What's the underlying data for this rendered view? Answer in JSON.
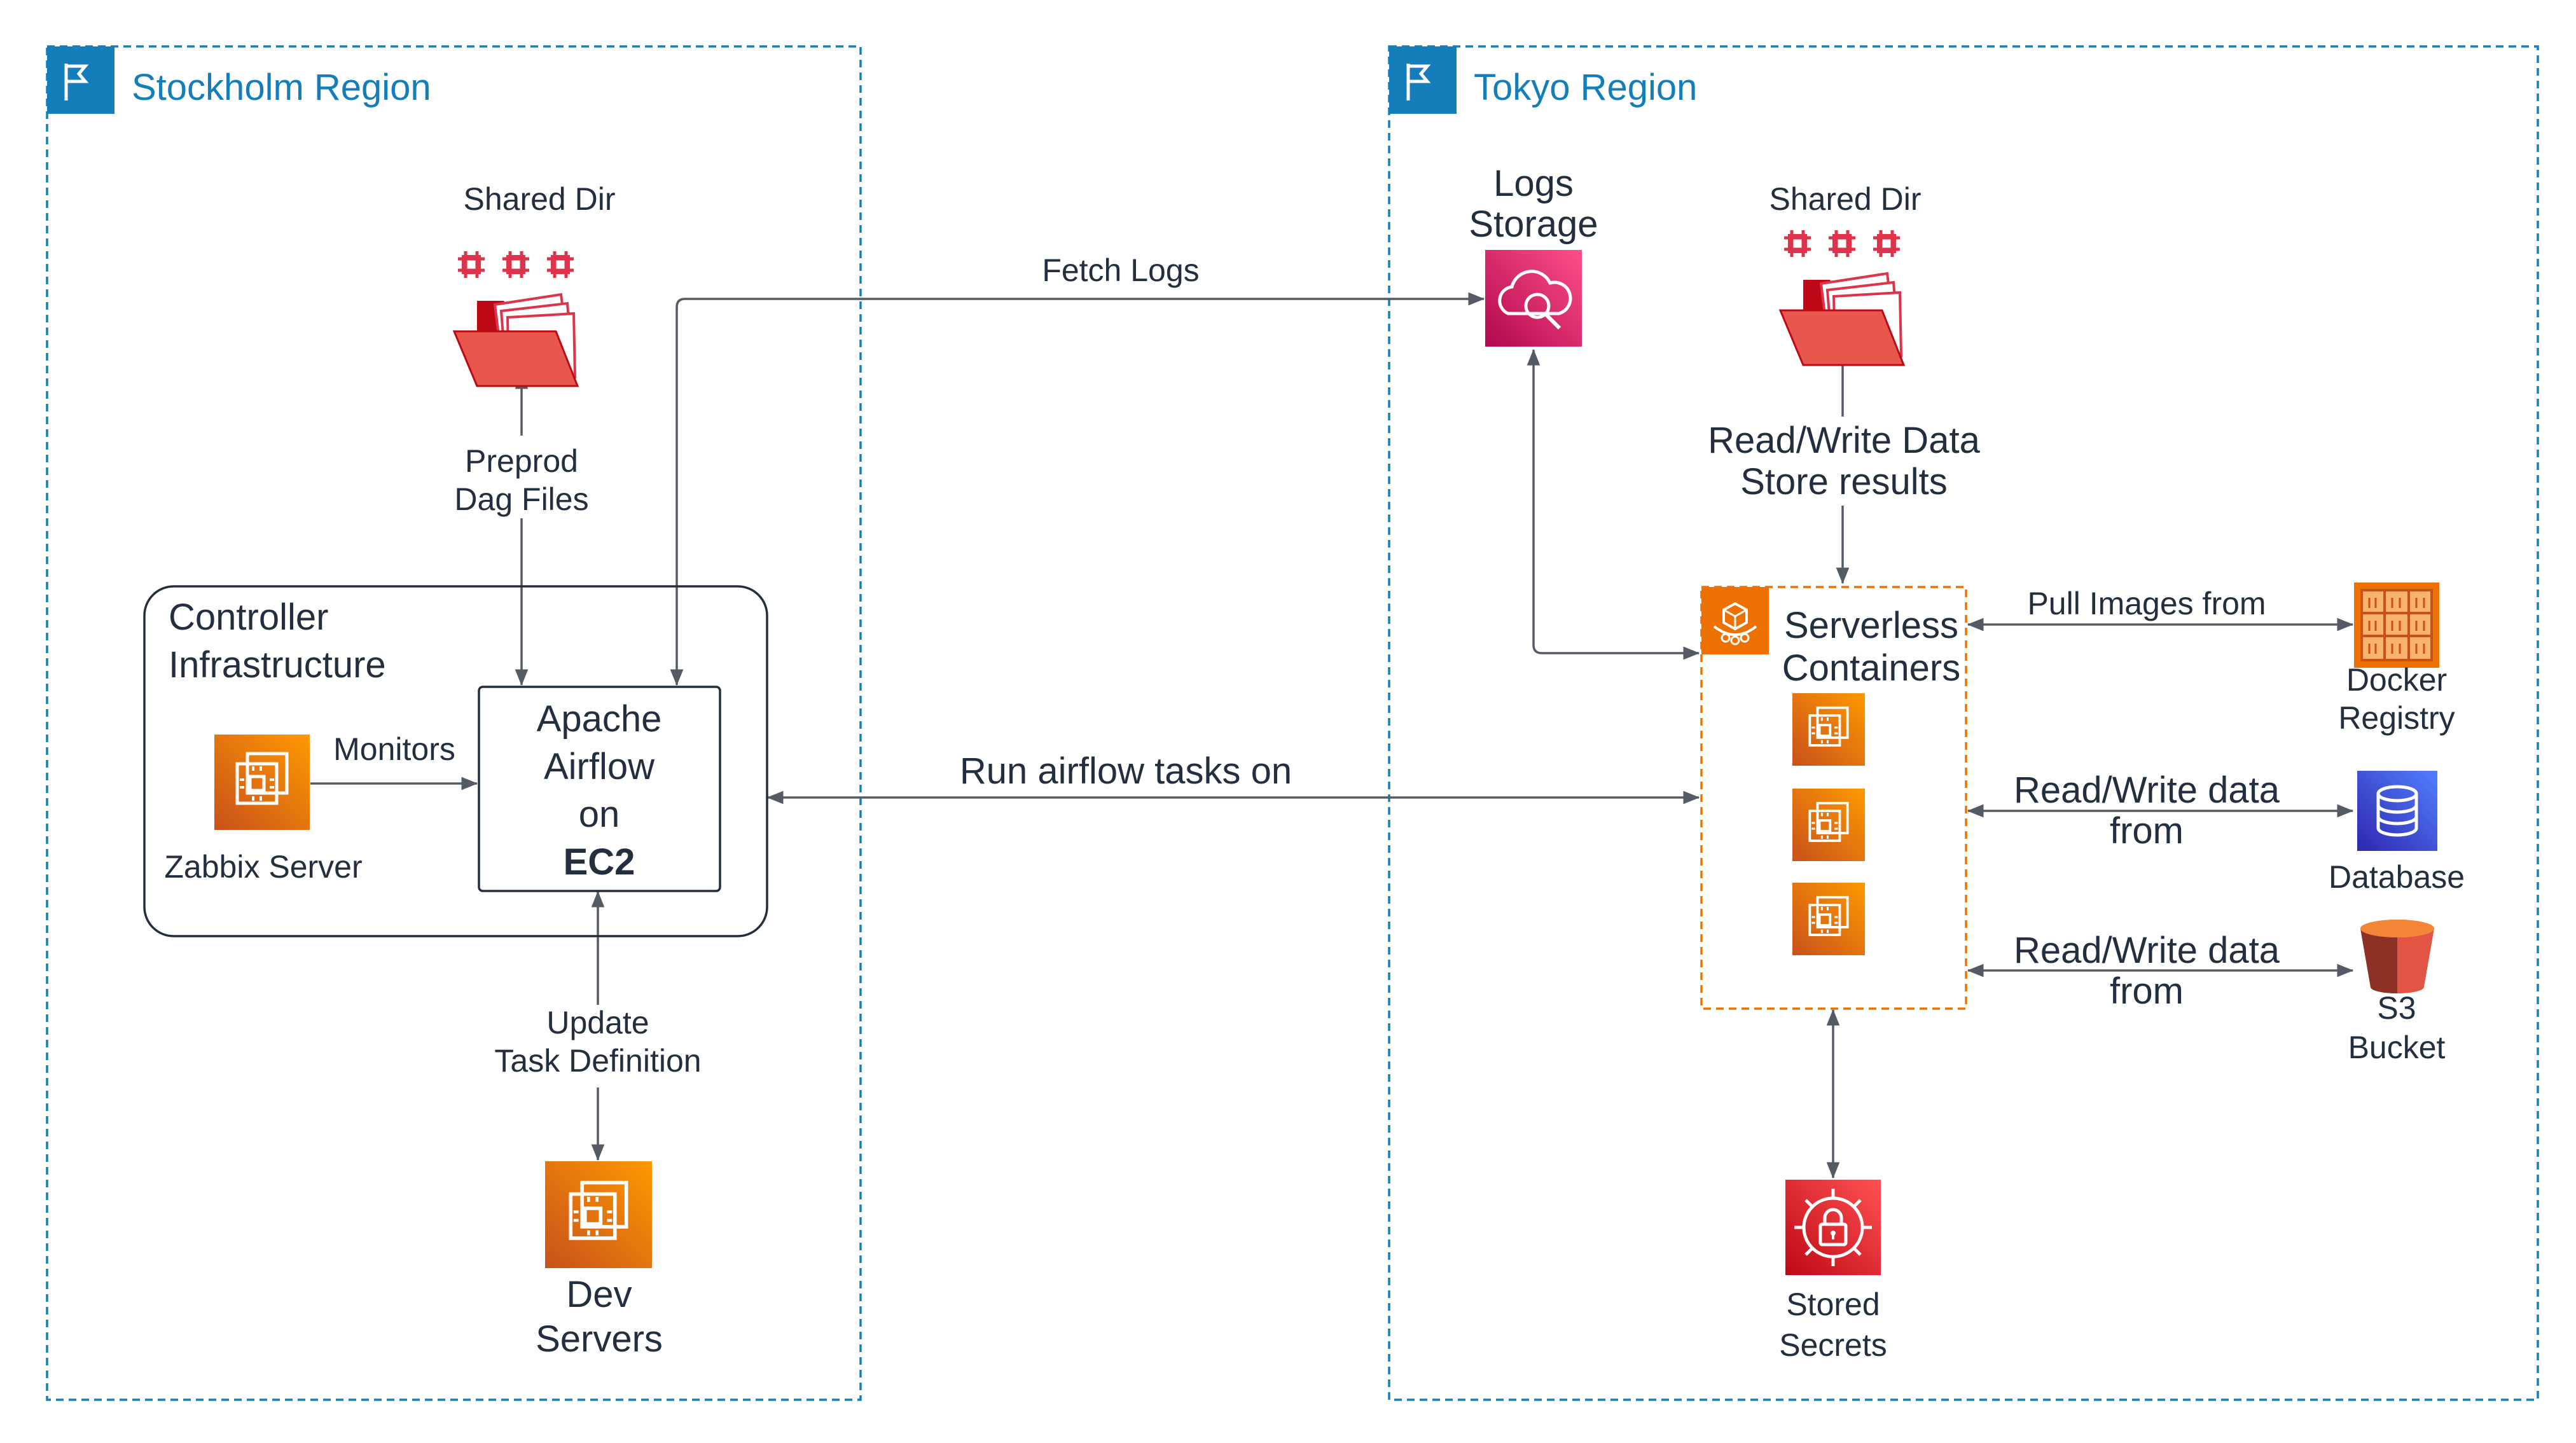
{
  "regions": {
    "stockholm": {
      "title": "Stockholm Region"
    },
    "tokyo": {
      "title": "Tokyo Region"
    }
  },
  "stockholm": {
    "shared_dir": "Shared Dir",
    "preprod_line1": "Preprod",
    "preprod_line2": "Dag Files",
    "controller_line1": "Controller",
    "controller_line2": "Infrastructure",
    "airflow_line1": "Apache",
    "airflow_line2": "Airflow",
    "airflow_line3": "on",
    "airflow_line4": "EC2",
    "monitors": "Monitors",
    "zabbix": "Zabbix Server",
    "update_line1": "Update",
    "update_line2": "Task Definition",
    "dev_line1": "Dev",
    "dev_line2": "Servers"
  },
  "cross": {
    "fetch_logs": "Fetch Logs",
    "run_tasks": "Run  airflow tasks on"
  },
  "tokyo": {
    "logs_line1": "Logs",
    "logs_line2": "Storage",
    "shared_dir": "Shared Dir",
    "rw_line1": "Read/Write Data",
    "rw_line2": "Store results",
    "serverless_line1": "Serverless",
    "serverless_line2": "Containers",
    "pull_images": "Pull Images from",
    "docker_line1": "Docker",
    "docker_line2": "Registry",
    "db_rw_line1": "Read/Write data",
    "db_rw_line2": "from",
    "database": "Database",
    "s3_rw_line1": "Read/Write data",
    "s3_rw_line2": "from",
    "s3_line1": "S3",
    "s3_line2": "Bucket",
    "secrets_line1": "Stored",
    "secrets_line2": "Secrets"
  },
  "colors": {
    "region_border": "#147eba",
    "region_flag": "#147eba",
    "compute_orange": "#ed7100",
    "storage_red": "#dd344c",
    "logs_pink": "#e7157b",
    "database_blue": "#3b48cc",
    "security_red": "#dd344c",
    "connector": "#545b64",
    "text": "#232f3e"
  },
  "icons": {
    "region_flag": "flag-icon",
    "shared_dir": "shared-folder-icon",
    "zabbix": "ec2-instance-icon",
    "dev_servers": "ec2-instance-icon",
    "logs_storage": "cloud-search-icon",
    "serverless": "fargate-icon",
    "container": "ec2-instance-icon",
    "docker_registry": "container-registry-icon",
    "database": "database-icon",
    "s3": "s3-bucket-icon",
    "secrets": "secrets-manager-icon"
  }
}
